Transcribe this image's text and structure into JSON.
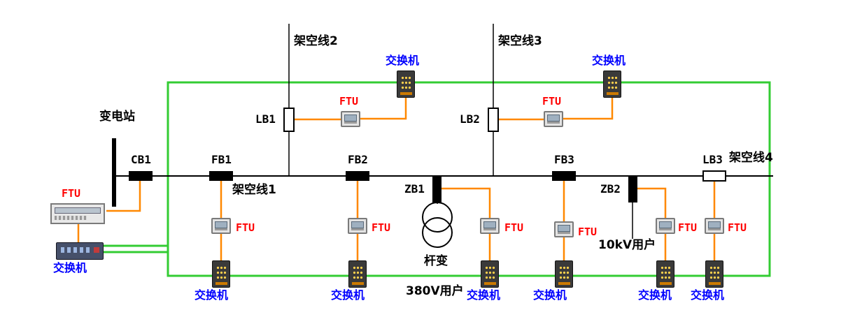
{
  "colors": {
    "ring_green": "#33cc33",
    "link_orange": "#ff8800",
    "ftu_red": "#ff0000",
    "switch_blue": "#0000ff",
    "line_black": "#000000"
  },
  "text": {
    "substation": "变电站",
    "overhead_line_1": "架空线1",
    "overhead_line_2": "架空线2",
    "overhead_line_3": "架空线3",
    "overhead_line_4": "架空线4",
    "cb1": "CB1",
    "fb1": "FB1",
    "fb2": "FB2",
    "fb3": "FB3",
    "lb1": "LB1",
    "lb2": "LB2",
    "lb3": "LB3",
    "zb1": "ZB1",
    "zb2": "ZB2",
    "pole_transformer": "杆变",
    "user_380v": "380V用户",
    "user_10kv": "10kV用户",
    "ftu": "FTU",
    "ethernet_switch": "交换机"
  }
}
